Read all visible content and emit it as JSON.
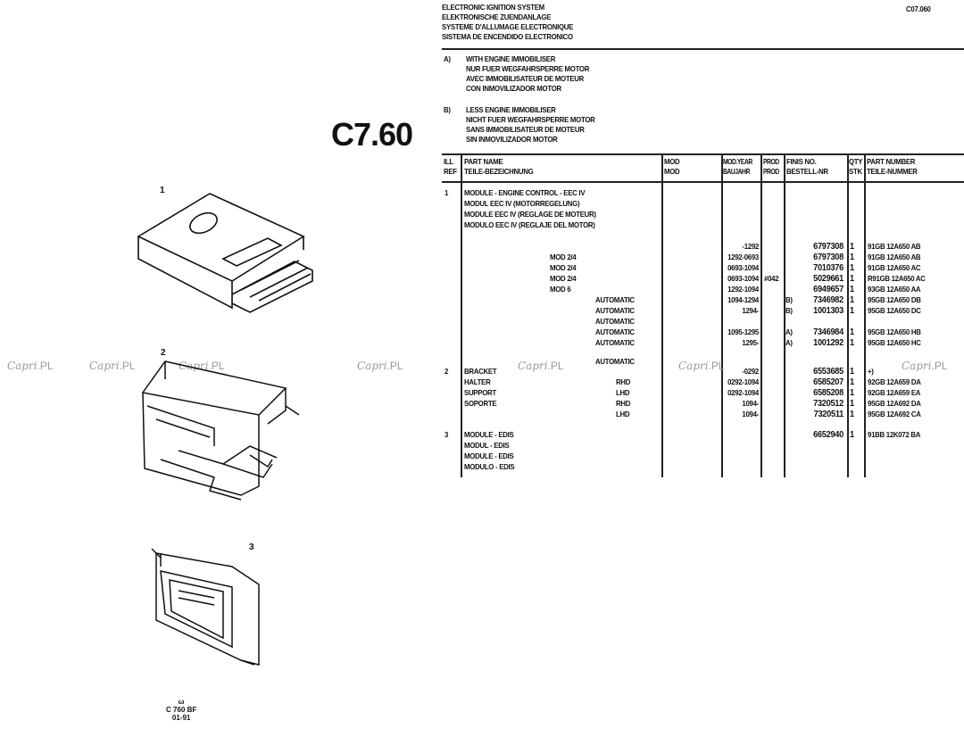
{
  "page_code": "C07.060",
  "section_title": "C7.60",
  "title_lines": [
    "ELECTRONIC IGNITION SYSTEM",
    "ELEKTRONISCHE ZUENDANLAGE",
    "SYSTEME D'ALLUMAGE ELECTRONIQUE",
    "SISTEMA DE ENCENDIDO ELECTRONICO"
  ],
  "notes": [
    {
      "key": "A)",
      "lines": [
        "WITH ENGINE IMMOBILISER",
        "NUR FUER WEGFAHRSPERRE MOTOR",
        "AVEC IMMOBILISATEUR DE MOTEUR",
        "CON INMOVILIZADOR MOTOR"
      ]
    },
    {
      "key": "B)",
      "lines": [
        "LESS ENGINE IMMOBILISER",
        "NICHT FUER WEGFAHRSPERRE MOTOR",
        "SANS IMMOBILISATEUR DE MOTEUR",
        "SIN INMOVILIZADOR MOTOR"
      ]
    }
  ],
  "columns": {
    "ill_ref": [
      "ILL",
      "REF"
    ],
    "part_name": [
      "PART NAME",
      "TEILE-BEZEICHNUNG"
    ],
    "mod": [
      "MOD",
      "MOD"
    ],
    "mod_year": [
      "MOD.YEAR",
      "BAUJAHR"
    ],
    "prod": [
      "PROD",
      "PROD"
    ],
    "finis": [
      "FINIS NO.",
      "BESTELL-NR"
    ],
    "qty": [
      "QTY",
      "STK"
    ],
    "part_number": [
      "PART NUMBER",
      "TEILE-NUMMER"
    ]
  },
  "rows": [
    {
      "ref": "1",
      "name": "MODULE - ENGINE CONTROL - EEC IV"
    },
    {
      "name": "MODUL EEC IV (MOTORREGELUNG)"
    },
    {
      "name": "MODULE EEC IV (REGLAGE DE MOTEUR)"
    },
    {
      "name": "MODULO EEC IV (REGLAJE DEL MOTOR)"
    },
    {
      "gap": true
    },
    {
      "year": "-1292",
      "finis": "6797308",
      "qty": "1",
      "pn": "91GB 12A650 AB"
    },
    {
      "sub": "MOD 2/4",
      "year": "1292-0693",
      "finis": "6797308",
      "qty": "1",
      "pn": "91GB 12A650 AB"
    },
    {
      "sub": "MOD 2/4",
      "year": "0693-1094",
      "finis": "7010376",
      "qty": "1",
      "pn": "91GB 12A650 AC"
    },
    {
      "sub": "MOD 2/4",
      "year": "0693-1094",
      "prod": "#042",
      "finis": "5029661",
      "qty": "1",
      "pn": "R91GB 12A650 AC"
    },
    {
      "sub": "MOD 6",
      "year": "1292-1094",
      "finis": "6949657",
      "qty": "1",
      "pn": "93GB 12A650 AA"
    },
    {
      "sub2": "AUTOMATIC",
      "year": "1094-1294",
      "note": "B)",
      "finis": "7346982",
      "qty": "1",
      "pn": "95GB 12A650 DB"
    },
    {
      "sub2": "AUTOMATIC",
      "year": "1294-",
      "note": "B)",
      "finis": "1001303",
      "qty": "1",
      "pn": "95GB 12A650 DC"
    },
    {
      "sub2": "AUTOMATIC"
    },
    {
      "sub2": "AUTOMATIC",
      "year": "1095-1295",
      "note": "A)",
      "finis": "7346984",
      "qty": "1",
      "pn": "95GB 12A650 HB"
    },
    {
      "sub2": "AUTOMATIC",
      "year": "1295-",
      "note": "A)",
      "finis": "1001292",
      "qty": "1",
      "pn": "95GB 12A650 HC"
    },
    {
      "gap": true
    },
    {
      "sub2": "AUTOMATIC"
    },
    {
      "ref": "2",
      "name": "BRACKET",
      "year": "-0292",
      "finis": "6553685",
      "qty": "1",
      "pn": "+)"
    },
    {
      "name": "HALTER",
      "side": "RHD",
      "year": "0292-1094",
      "finis": "6585207",
      "qty": "1",
      "pn": "92GB 12A659 DA"
    },
    {
      "name": "SUPPORT",
      "side": "LHD",
      "year": "0292-1094",
      "finis": "6585208",
      "qty": "1",
      "pn": "92GB 12A659 EA"
    },
    {
      "name": "SOPORTE",
      "side": "RHD",
      "year": "1094-",
      "finis": "7320512",
      "qty": "1",
      "pn": "95GB 12A692 DA"
    },
    {
      "side": "LHD",
      "year": "1094-",
      "finis": "7320511",
      "qty": "1",
      "pn": "95GB 12A692 CA"
    },
    {
      "gap": true
    },
    {
      "ref": "3",
      "name": "MODULE - EDIS",
      "finis": "6652940",
      "qty": "1",
      "pn": "91BB 12K072 BA"
    },
    {
      "name": "MODUL - EDIS"
    },
    {
      "name": "MODULE - EDIS"
    },
    {
      "name": "MODULO - EDIS"
    }
  ],
  "illustration": {
    "callouts": [
      "1",
      "2",
      "3"
    ],
    "symbol": "ω",
    "code": "C 760 BF",
    "date": "01-91"
  },
  "watermark": {
    "text_script": "Capri",
    "text_suffix": ".PL"
  }
}
